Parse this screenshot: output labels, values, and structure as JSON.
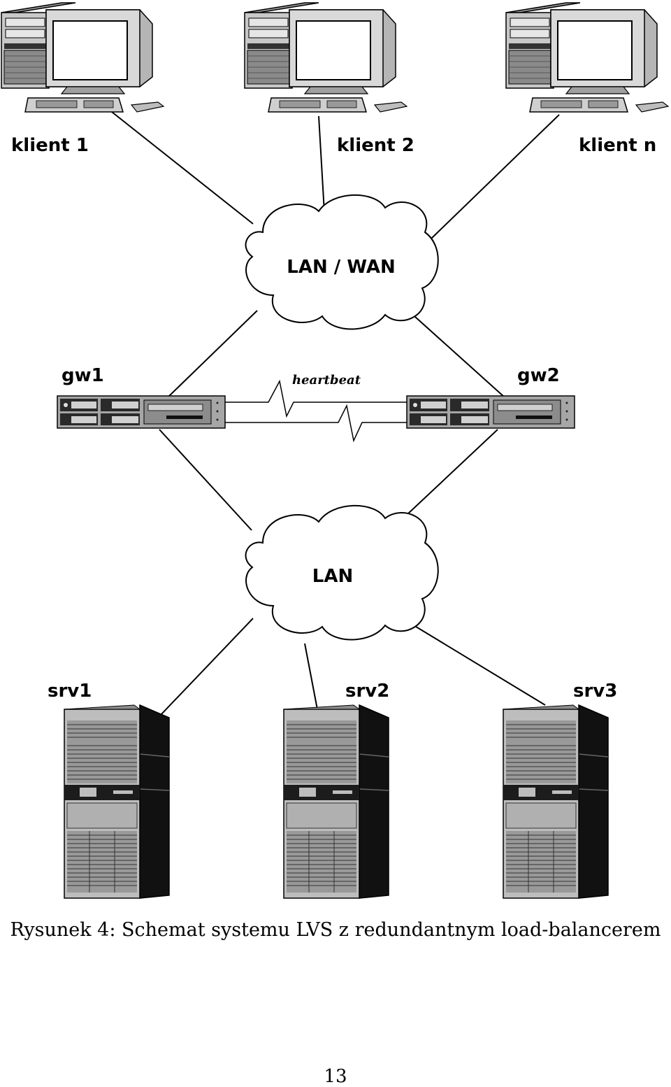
{
  "diagram": {
    "clients": [
      {
        "label": "klient 1"
      },
      {
        "label": "klient 2"
      },
      {
        "label": "klient n"
      }
    ],
    "wan_cloud": {
      "label": "LAN / WAN"
    },
    "gateways": [
      {
        "label": "gw1"
      },
      {
        "label": "gw2"
      }
    ],
    "heartbeat": {
      "label": "heartbeat"
    },
    "lan_cloud": {
      "label": "LAN"
    },
    "servers": [
      {
        "label": "srv1"
      },
      {
        "label": "srv2"
      },
      {
        "label": "srv3"
      }
    ]
  },
  "caption": "Rysunek 4: Schemat systemu LVS z redundantnym load-balancerem",
  "page_number": "13"
}
